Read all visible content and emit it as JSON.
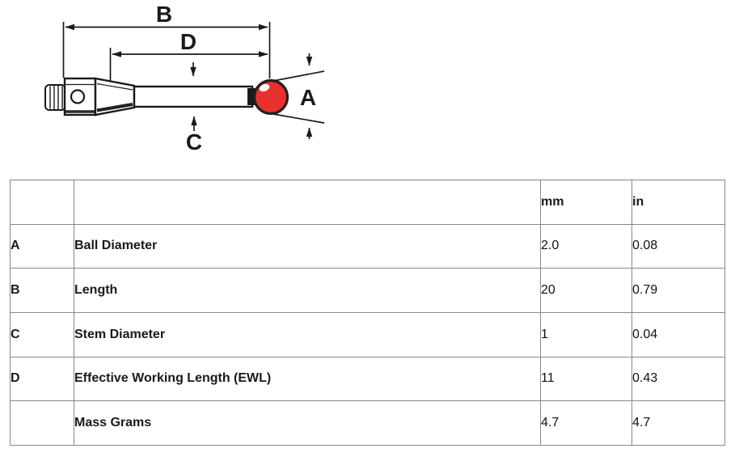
{
  "diagram": {
    "overall_length_label": "B",
    "working_length_label": "D",
    "ball_diameter_label": "A",
    "stem_diameter_label": "C",
    "ball_color": "#e7312d",
    "line_color": "#1a1a1a"
  },
  "table": {
    "header": {
      "letter": "",
      "name": "",
      "mm": "mm",
      "in": "in"
    },
    "rows": [
      {
        "letter": "A",
        "name": "Ball Diameter",
        "mm": "2.0",
        "in": "0.08"
      },
      {
        "letter": "B",
        "name": "Length",
        "mm": "20",
        "in": "0.79"
      },
      {
        "letter": "C",
        "name": "Stem Diameter",
        "mm": "1",
        "in": "0.04"
      },
      {
        "letter": "D",
        "name": "Effective Working Length (EWL)",
        "mm": "11",
        "in": "0.43"
      },
      {
        "letter": "",
        "name": "Mass Grams",
        "mm": "4.7",
        "in": "4.7"
      }
    ]
  }
}
